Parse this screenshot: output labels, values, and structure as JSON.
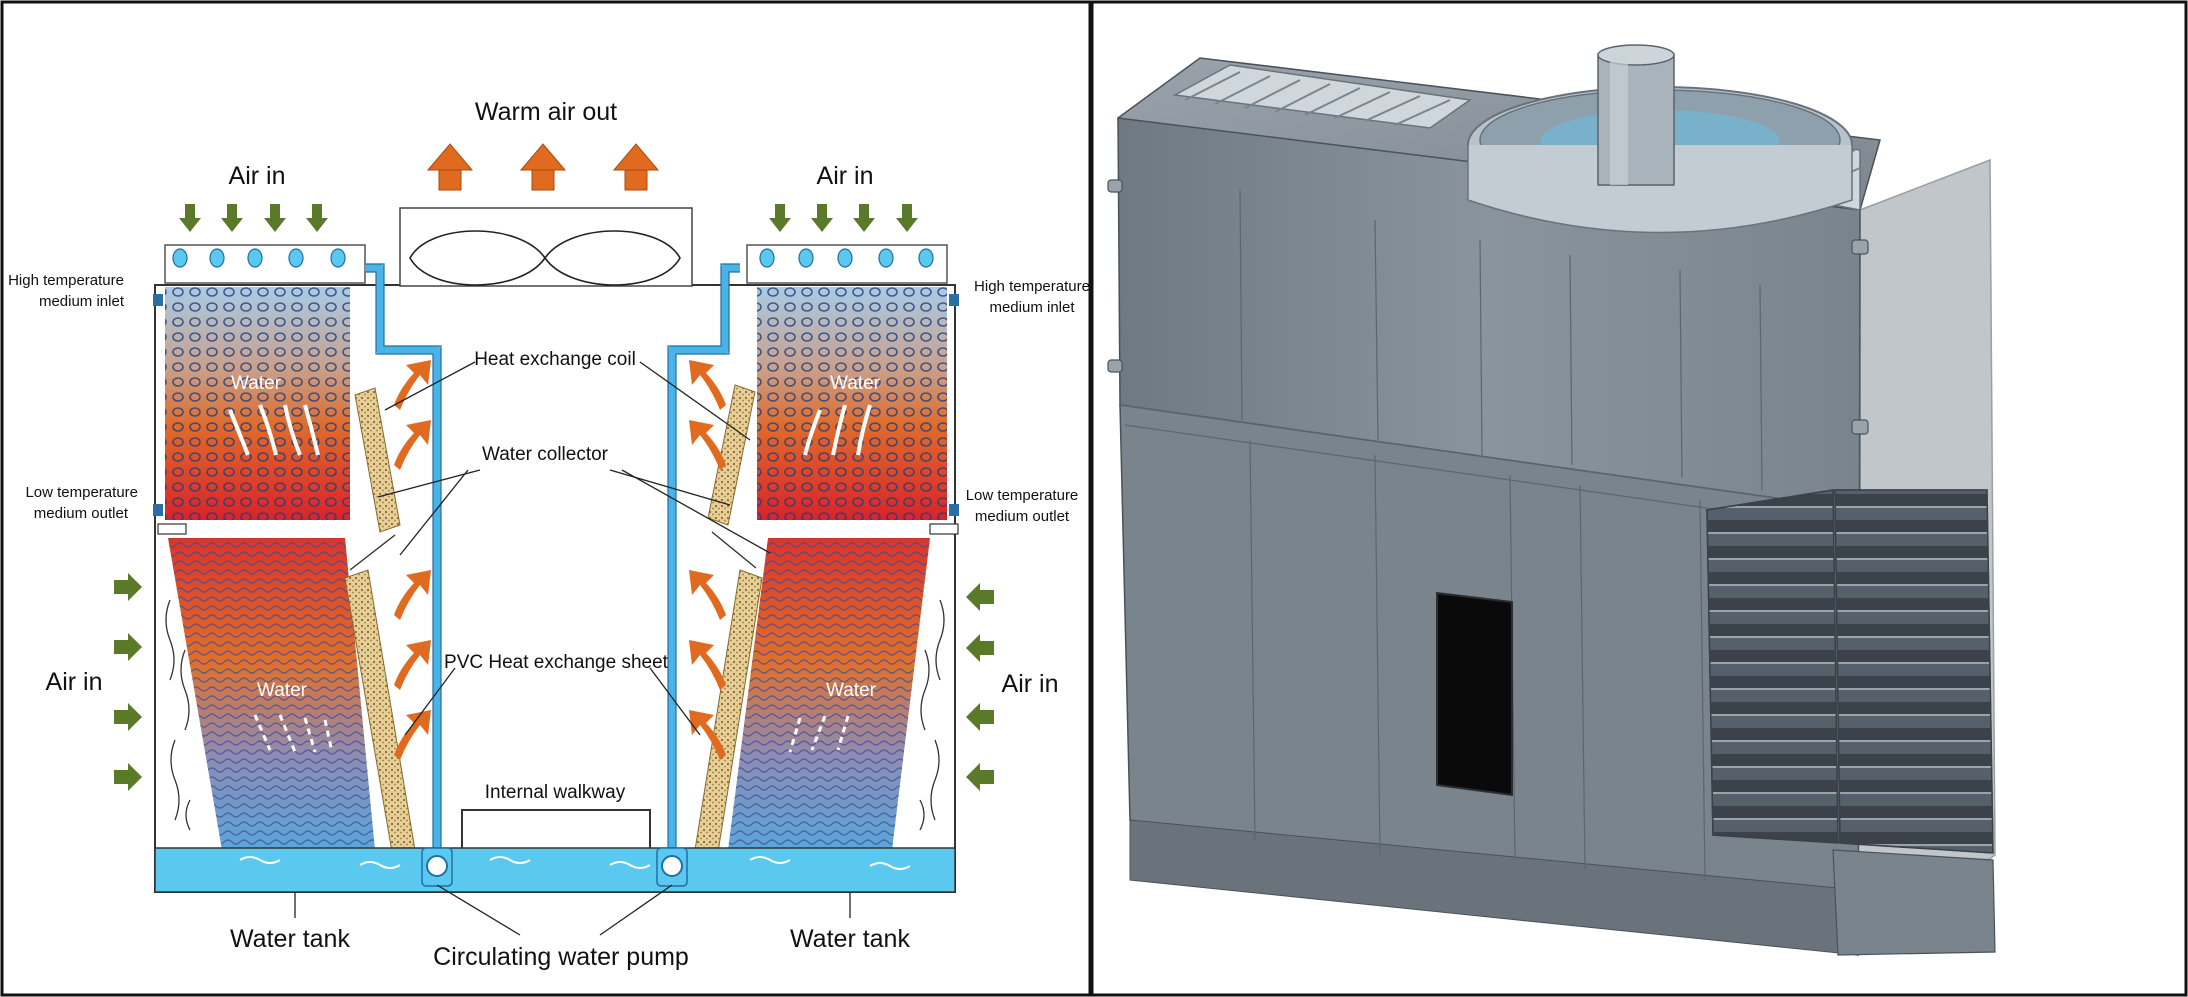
{
  "diagram": {
    "left_panel": {
      "top_labels": {
        "warm_air_out": "Warm air out",
        "air_in_top_left": "Air in",
        "air_in_top_right": "Air in"
      },
      "side_labels": {
        "high_temp_inlet_left": [
          "High temperature",
          "medium inlet"
        ],
        "high_temp_inlet_right": [
          "High temperature",
          "medium inlet"
        ],
        "low_temp_outlet_left": [
          "Low temperature",
          "medium outlet"
        ],
        "low_temp_outlet_right": [
          "Low temperature",
          "medium outlet"
        ],
        "air_in_left": "Air in",
        "air_in_right": "Air in"
      },
      "component_labels": {
        "heat_exchange_coil": "Heat exchange coil",
        "water_collector": "Water collector",
        "pvc_sheet": "PVC Heat exchange sheet",
        "internal_walkway": "Internal walkway",
        "water_tank_left": "Water tank",
        "water_tank_right": "Water tank",
        "circulating_pump": "Circulating water pump"
      },
      "inner_labels": {
        "water_coil_left": "Water",
        "water_coil_right": "Water",
        "water_fill_left": "Water",
        "water_fill_right": "Water"
      },
      "colors": {
        "arrow_green": "#5a7a2a",
        "arrow_orange": "#e06a20",
        "water_blue": "#5bc8ef",
        "coil_hot": "#d9342a",
        "coil_cool": "#a9cbe6",
        "pipe": "#4ab4e6"
      }
    },
    "right_panel": {
      "description_type": "3D render",
      "colors": {
        "body": "#7c8690",
        "door": "#0a0a0a",
        "louver": "#3e454c"
      }
    }
  }
}
